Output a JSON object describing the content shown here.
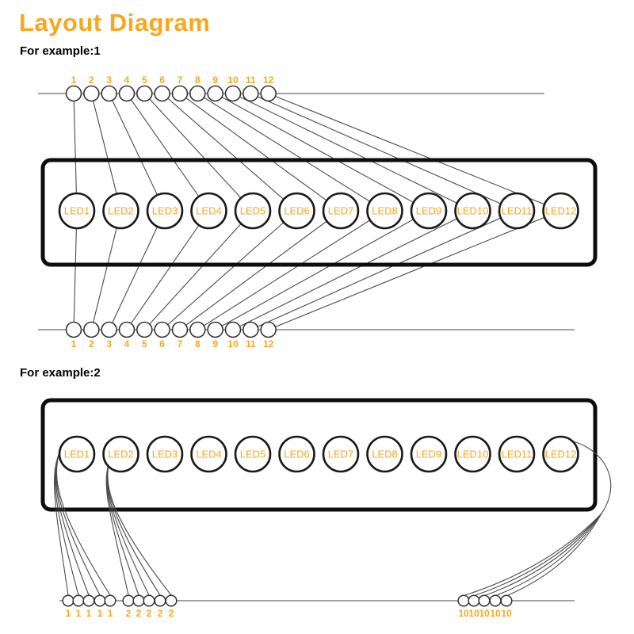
{
  "title": "Layout Diagram",
  "colors": {
    "accent": "#F8A71E",
    "wire": "#4a4a4a",
    "rail": "#6b6b6b",
    "outline": "#0d0d0d",
    "circle_stroke": "#1a1a1a",
    "terminal_stroke": "#333333"
  },
  "examples": [
    {
      "label": "For example:1",
      "top_terminals": [
        "1",
        "2",
        "3",
        "4",
        "5",
        "6",
        "7",
        "8",
        "9",
        "10",
        "11",
        "12"
      ],
      "leds": [
        "LED1",
        "LED2",
        "LED3",
        "LED4",
        "LED5",
        "LED6",
        "LED7",
        "LED8",
        "LED9",
        "LED10",
        "LED11",
        "LED12"
      ],
      "bottom_terminals": [
        "1",
        "2",
        "3",
        "4",
        "5",
        "6",
        "7",
        "8",
        "9",
        "10",
        "11",
        "12"
      ]
    },
    {
      "label": "For example:2",
      "leds": [
        "LED1",
        "LED2",
        "LED3",
        "LED4",
        "LED5",
        "LED6",
        "LED7",
        "LED8",
        "LED9",
        "LED10",
        "LED11",
        "LED12"
      ],
      "clusters": [
        {
          "source_led": "LED1",
          "terminal_labels": [
            "1",
            "1",
            "1",
            "1",
            "1"
          ]
        },
        {
          "source_led": "LED2",
          "terminal_labels": [
            "2",
            "2",
            "2",
            "2",
            "2"
          ]
        },
        {
          "source_led": "LED12",
          "terminal_labels": [
            "10",
            "10",
            "10",
            "10",
            "10"
          ]
        }
      ]
    }
  ]
}
